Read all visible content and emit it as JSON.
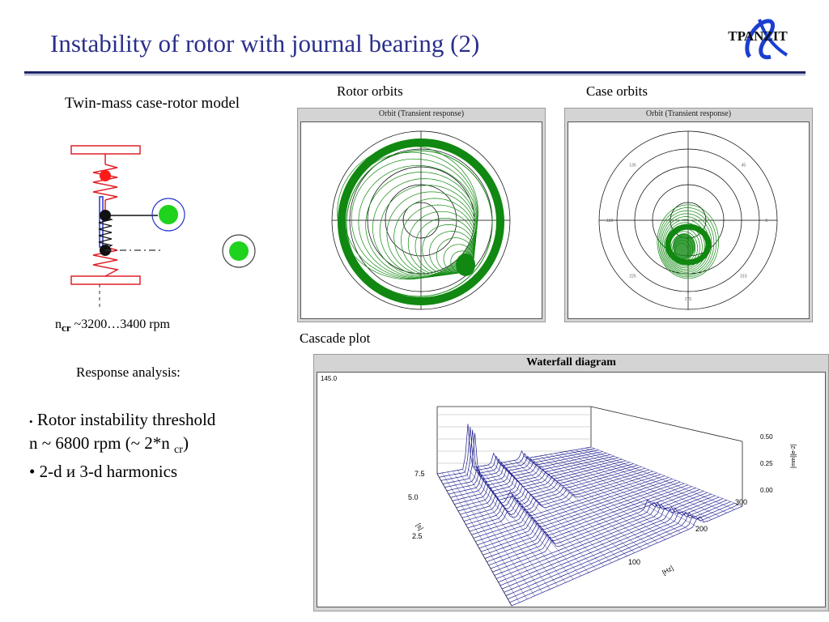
{
  "slide": {
    "title": "Instability of rotor with journal bearing (2)",
    "logo_text": "ТРАNZIT"
  },
  "model": {
    "heading": "Twin-mass case-rotor model",
    "ncr_prefix": "n",
    "ncr_sub": "cr",
    "ncr_value": " ~3200…3400 rpm"
  },
  "orbits": {
    "rotor_heading": "Rotor orbits",
    "case_heading": "Case orbits",
    "window_title": "Orbit (Transient response)",
    "angle_labels": [
      "135",
      "45",
      "180",
      "0",
      "225",
      "315",
      "270"
    ]
  },
  "cascade": {
    "heading": "Cascade plot",
    "window_title": "Waterfall diagram",
    "corner_value": "145.0",
    "z_ticks": [
      "0.50",
      "0.25",
      "0.00"
    ],
    "z_unit": "[mm][e-2]",
    "time_ticks": [
      "7.5",
      "5.0",
      "2.5"
    ],
    "time_unit": "[s]",
    "freq_ticks": [
      "300",
      "200",
      "100"
    ],
    "freq_unit": "[Hz]"
  },
  "analysis": {
    "heading": "Response analysis:",
    "bullet1": "Rotor instability threshold",
    "line2_main": "n ~ 6800 rpm (~ 2*n ",
    "line2_sub": "cr",
    "line2_end": ")",
    "bullet2": "2-d и 3-d harmonics"
  },
  "colors": {
    "title": "#2a2f8a",
    "orbit_green": "#118811",
    "waterfall_blue": "#1a1a8c",
    "spring_red": "#e0202a",
    "mass_green": "#1ed21e"
  }
}
